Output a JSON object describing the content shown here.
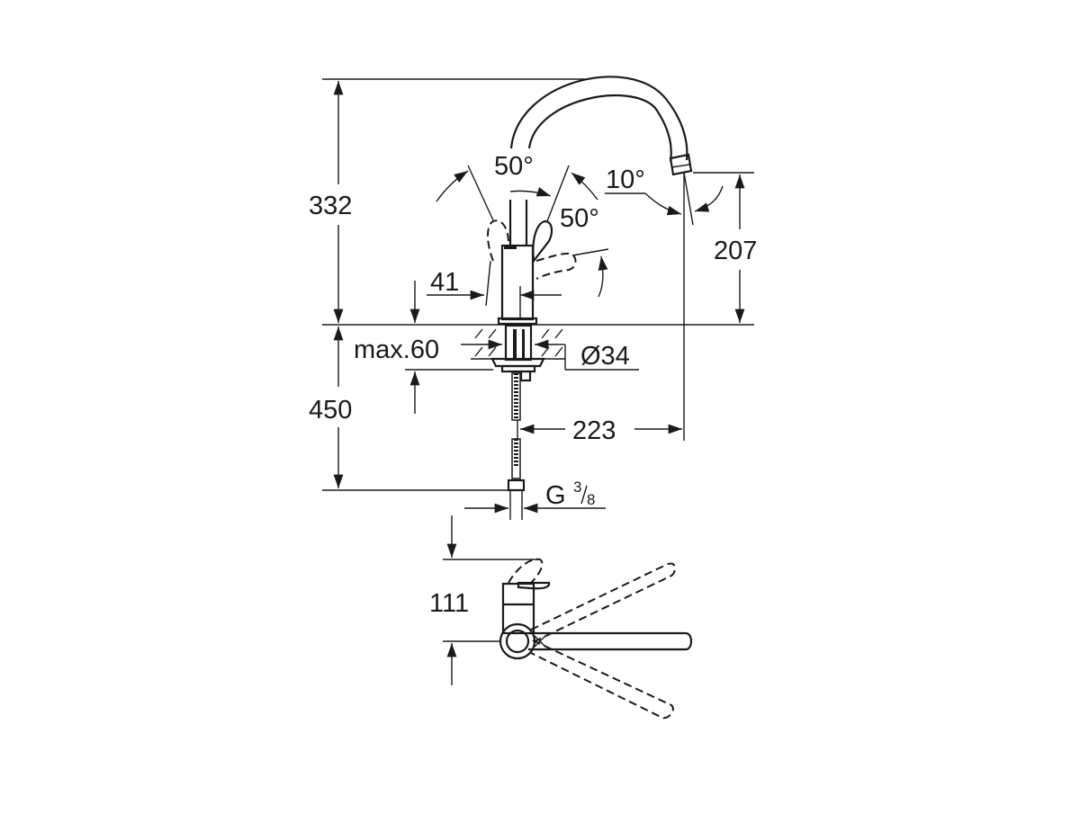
{
  "drawing": {
    "title": "Kitchen mixer tap technical dimension drawing",
    "colors": {
      "line": "#1a1a1a",
      "background": "#ffffff"
    },
    "side_view": {
      "total_height_above_deck": "332",
      "spout_outlet_height": "207",
      "handle_angle_left": "50°",
      "handle_angle_right": "50°",
      "spout_outlet_angle": "10°",
      "lever_offset": "41",
      "max_deck_thickness": "max.60",
      "mounting_hole_diameter": "Ø34",
      "hose_length": "450",
      "spout_reach": "223",
      "connection_thread_prefix": "G",
      "connection_thread_num": "3",
      "connection_thread_den": "8"
    },
    "top_view": {
      "depth_offset": "111"
    }
  }
}
